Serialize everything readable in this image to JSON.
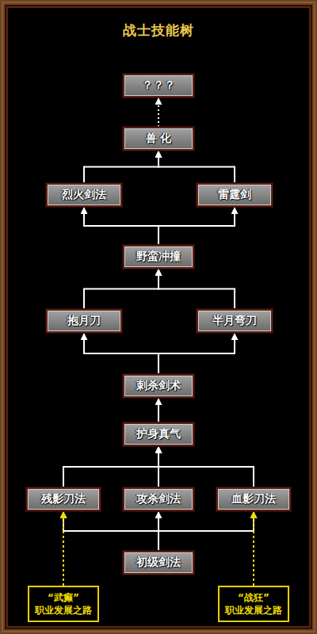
{
  "diagram": {
    "title": "战士技能树",
    "nodes": [
      {
        "text": [
          "？？？"
        ]
      },
      {
        "text": [
          "兽 化"
        ]
      },
      {
        "text": [
          "烈火剑法"
        ]
      },
      {
        "text": [
          "雷霆剑"
        ]
      },
      {
        "text": [
          "野蛮冲撞"
        ]
      },
      {
        "text": [
          "抱月刀"
        ]
      },
      {
        "text": [
          "半月弯刀"
        ]
      },
      {
        "text": [
          "刺杀剑术"
        ]
      },
      {
        "text": [
          "护身真气"
        ]
      },
      {
        "text": [
          "残影刀法"
        ]
      },
      {
        "text": [
          "攻杀剑法"
        ]
      },
      {
        "text": [
          "血影刀法"
        ]
      },
      {
        "text": [
          "初级剑法"
        ]
      },
      {
        "text": [
          "“武癫” 职业发展之路"
        ]
      },
      {
        "text": [
          "“战狂” 职业发展之路"
        ]
      }
    ],
    "edges": [
      {
        "from": 12,
        "to": 9,
        "arrow": "to"
      },
      {
        "from": 12,
        "to": 10,
        "arrow": "to"
      },
      {
        "from": 12,
        "to": 11,
        "arrow": "to"
      },
      {
        "from": 9,
        "to": 8,
        "arrow": "to"
      },
      {
        "from": 10,
        "to": 8,
        "arrow": "to"
      },
      {
        "from": 11,
        "to": 8,
        "arrow": "to"
      },
      {
        "from": 8,
        "to": 7,
        "arrow": "to"
      },
      {
        "from": 7,
        "to": 5,
        "arrow": "to"
      },
      {
        "from": 7,
        "to": 6,
        "arrow": "to"
      },
      {
        "from": 5,
        "to": 4,
        "arrow": "to"
      },
      {
        "from": 6,
        "to": 4,
        "arrow": "to"
      },
      {
        "from": 4,
        "to": 2,
        "arrow": "to"
      },
      {
        "from": 4,
        "to": 3,
        "arrow": "to"
      },
      {
        "from": 2,
        "to": 1,
        "arrow": "to"
      },
      {
        "from": 3,
        "to": 1,
        "arrow": "to"
      },
      {
        "from": 1,
        "to": 0,
        "arrow": "to"
      },
      {
        "from": 13,
        "to": 9,
        "arrow": "to"
      },
      {
        "from": 14,
        "to": 11,
        "arrow": "to"
      }
    ]
  }
}
